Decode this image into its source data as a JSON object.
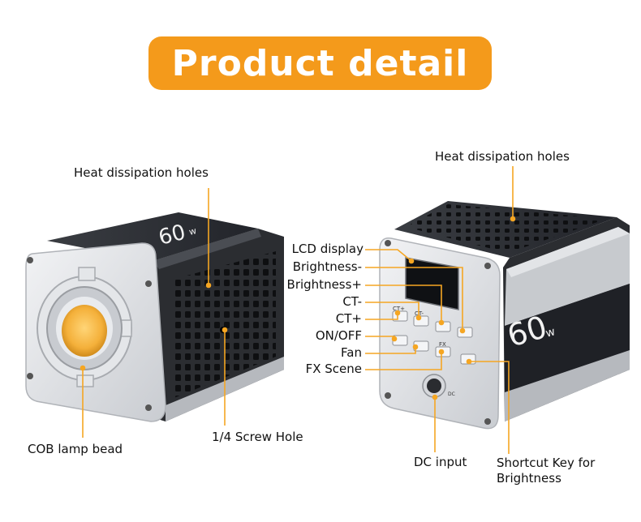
{
  "title": "Product detail",
  "colors": {
    "accent": "#f49a1b",
    "leader": "#f5a623",
    "body_dark": "#2b2d31",
    "frame": "#dcdfe3",
    "lamp": "#f6b642"
  },
  "left_product": {
    "panel_text": "60",
    "panel_sub": "w",
    "labels": {
      "heat": "Heat dissipation holes",
      "screw": "1/4 Screw Hole",
      "cob": "COB lamp bead"
    }
  },
  "right_product": {
    "panel_text": "60",
    "panel_sub": "w",
    "labels": {
      "heat": "Heat dissipation holes",
      "lcd": "LCD display",
      "bminus": "Brightness-",
      "bplus": "Brightness+",
      "ctminus": "CT-",
      "ctplus": "CT+",
      "onoff": "ON/OFF",
      "fan": "Fan",
      "fx": "FX Scene",
      "dc": "DC input",
      "shortcut": "Shortcut Key for Brightness"
    },
    "keys": {
      "ctplus": "CT+",
      "ctminus": "CT-",
      "fx": "FX",
      "dc": "DC"
    }
  }
}
